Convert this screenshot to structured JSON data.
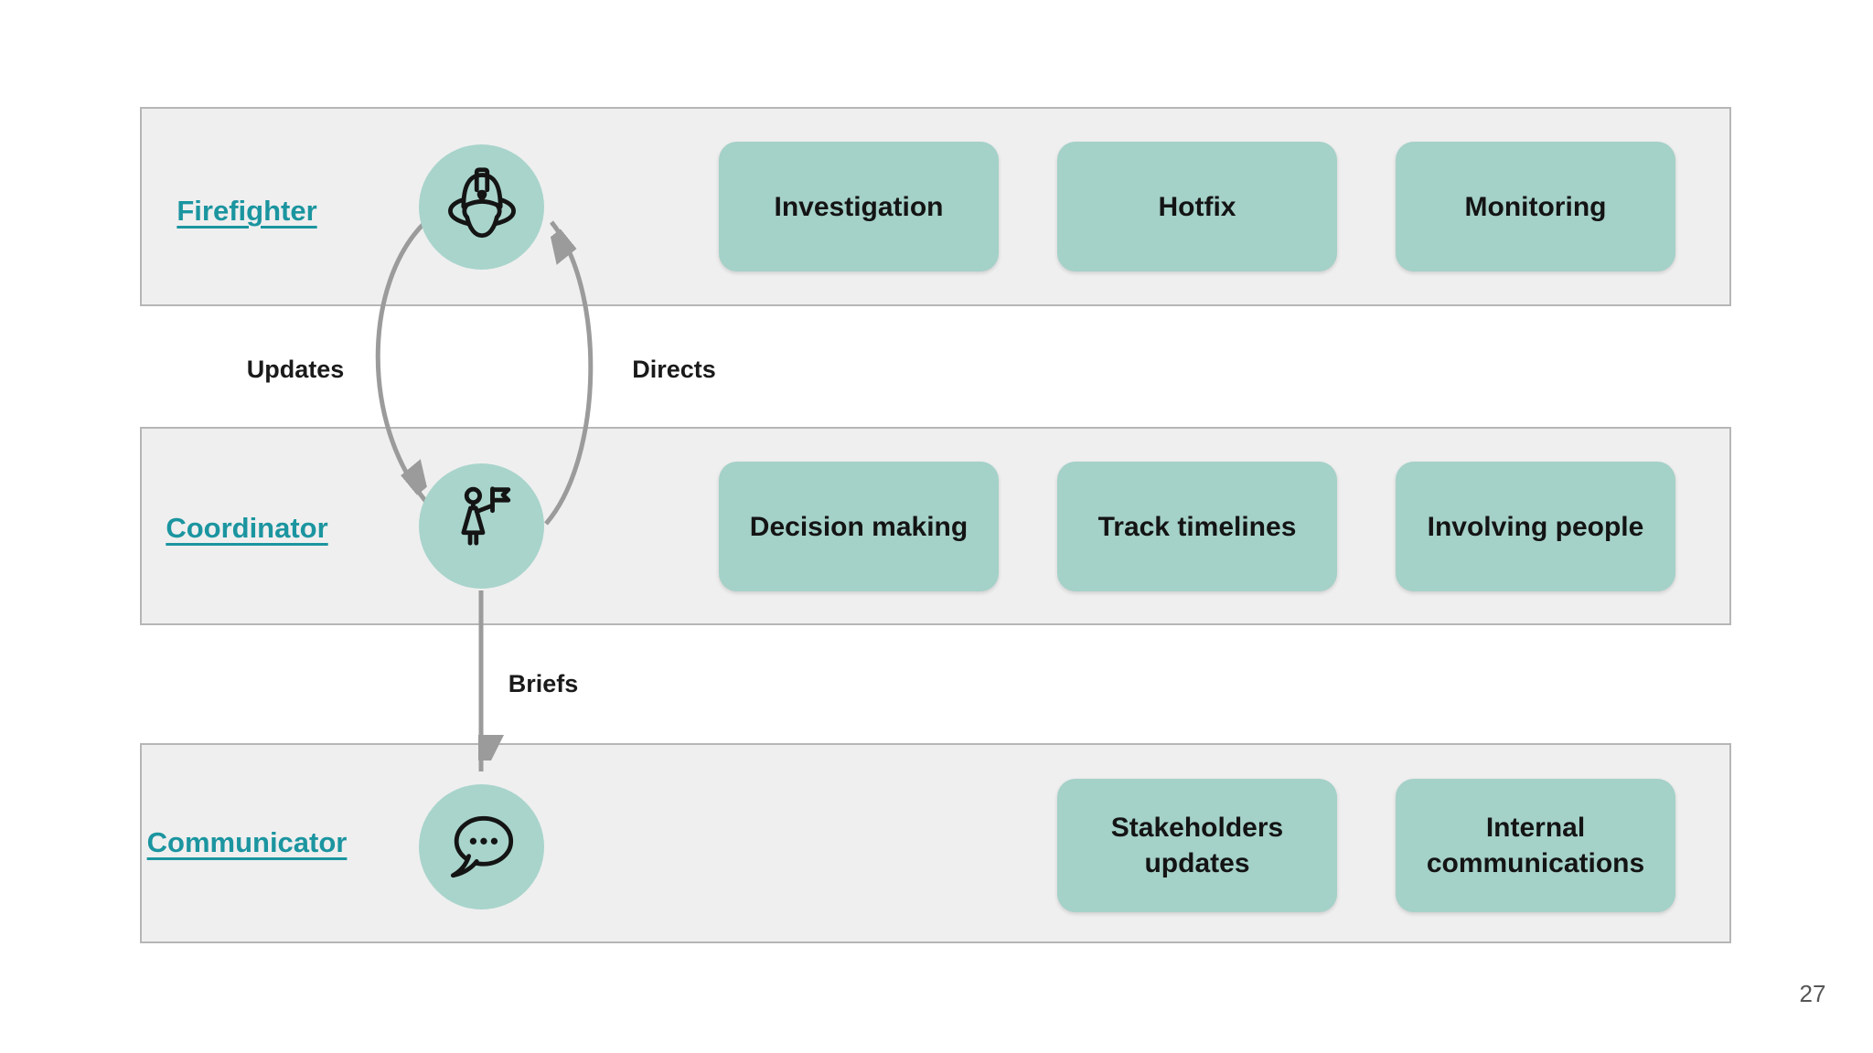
{
  "page": {
    "number": "27"
  },
  "colors": {
    "teal-link": "#1b95a0",
    "shape-fill": "#a4d1c8",
    "circle-fill": "#a8d4cb",
    "band-bg": "#efefef",
    "band-border": "#b6b6b6",
    "arrow-gray": "#9b9b9b",
    "ink": "#141414",
    "page-num": "#565656",
    "page-bg": "#ffffff"
  },
  "rows": [
    {
      "role": "Firefighter",
      "icon": "firefighter-helmet-icon",
      "tasks": [
        "Investigation",
        "Hotfix",
        "Monitoring"
      ]
    },
    {
      "role": "Coordinator",
      "icon": "person-with-flag-icon",
      "tasks": [
        "Decision making",
        "Track timelines",
        "Involving people"
      ]
    },
    {
      "role": "Communicator",
      "icon": "speech-bubble-icon",
      "tasks": [
        "Stakeholders updates",
        "Internal communications"
      ]
    }
  ],
  "arrows": [
    {
      "label": "Updates",
      "from": "Firefighter",
      "to": "Coordinator"
    },
    {
      "label": "Directs",
      "from": "Coordinator",
      "to": "Firefighter"
    },
    {
      "label": "Briefs",
      "from": "Coordinator",
      "to": "Communicator"
    }
  ]
}
